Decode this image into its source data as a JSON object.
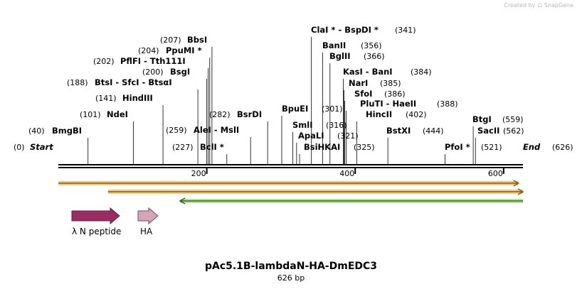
{
  "credit": {
    "prefix": "Created by",
    "brand": "SnapGene",
    "icon": "snapgene-logo-icon"
  },
  "sequence": {
    "name": "pAc5.1B-lambdaN-HA-DmEDC3",
    "length_label": "626 bp",
    "length": 626
  },
  "ruler": {
    "ticks": [
      200,
      400,
      600
    ]
  },
  "sites": [
    {
      "name": "Start",
      "pos": 0,
      "pos_label": "(0)",
      "special": true
    },
    {
      "name": "BmgBI",
      "pos": 40,
      "pos_label": "(40)"
    },
    {
      "name": "NdeI",
      "pos": 101,
      "pos_label": "(101)"
    },
    {
      "name": "HindIII",
      "pos": 141,
      "pos_label": "(141)"
    },
    {
      "name": "BtsI  - SfcI  - BtsαI",
      "pos": 188,
      "pos_label": "(188)"
    },
    {
      "name": "PflFI  - Tth111I",
      "pos": 202,
      "pos_label": "(202)"
    },
    {
      "name": "BsgI",
      "pos": 200,
      "pos_label": "(200)"
    },
    {
      "name": "PpuMI *",
      "pos": 204,
      "pos_label": "(204)"
    },
    {
      "name": "BbsI",
      "pos": 207,
      "pos_label": "(207)"
    },
    {
      "name": "AleI  - MslI",
      "pos": 259,
      "pos_label": "(259)"
    },
    {
      "name": "BclI *",
      "pos": 227,
      "pos_label": "(227)"
    },
    {
      "name": "BsrDI",
      "pos": 282,
      "pos_label": "(282)"
    },
    {
      "name": "BpuEI",
      "pos": 301,
      "pos_label": "(301)"
    },
    {
      "name": "SmlI",
      "pos": 316,
      "pos_label": "(316)"
    },
    {
      "name": "ApaLI",
      "pos": 321,
      "pos_label": "(321)"
    },
    {
      "name": "BsiHKAI",
      "pos": 325,
      "pos_label": "(325)"
    },
    {
      "name": "ClaI *  - BspDI *",
      "pos": 341,
      "pos_label": "(341)"
    },
    {
      "name": "BanII",
      "pos": 356,
      "pos_label": "(356)"
    },
    {
      "name": "BglII",
      "pos": 366,
      "pos_label": "(366)"
    },
    {
      "name": "KasI  - BanI",
      "pos": 384,
      "pos_label": "(384)"
    },
    {
      "name": "NarI",
      "pos": 385,
      "pos_label": "(385)"
    },
    {
      "name": "SfoI",
      "pos": 386,
      "pos_label": "(386)"
    },
    {
      "name": "PluTI  - HaeII",
      "pos": 388,
      "pos_label": "(388)"
    },
    {
      "name": "HincII",
      "pos": 402,
      "pos_label": "(402)"
    },
    {
      "name": "BstXI",
      "pos": 444,
      "pos_label": "(444)"
    },
    {
      "name": "PfoI *",
      "pos": 521,
      "pos_label": "(521)"
    },
    {
      "name": "BtgI",
      "pos": 559,
      "pos_label": "(559)"
    },
    {
      "name": "SacII",
      "pos": 562,
      "pos_label": "(562)"
    },
    {
      "name": "End",
      "pos": 626,
      "pos_label": "(626)",
      "special": true
    }
  ],
  "tracks": [
    {
      "start": 0,
      "end": 620,
      "fill": "#f5c77e",
      "stroke": "#8a5a10",
      "direction": "forward"
    },
    {
      "start": 67,
      "end": 626,
      "fill": "#f5c77e",
      "stroke": "#8a5a10",
      "direction": "forward"
    },
    {
      "start": 164,
      "end": 626,
      "fill": "#b7e29a",
      "stroke": "#2e6a1a",
      "direction": "reverse"
    }
  ],
  "features": [
    {
      "label": "λ N peptide",
      "color": "#9b2c62",
      "stroke": "#6e1a44",
      "direction": "forward"
    },
    {
      "label": "HA",
      "color": "#d4a4b8",
      "stroke": "#7a4a5e",
      "direction": "forward"
    }
  ]
}
